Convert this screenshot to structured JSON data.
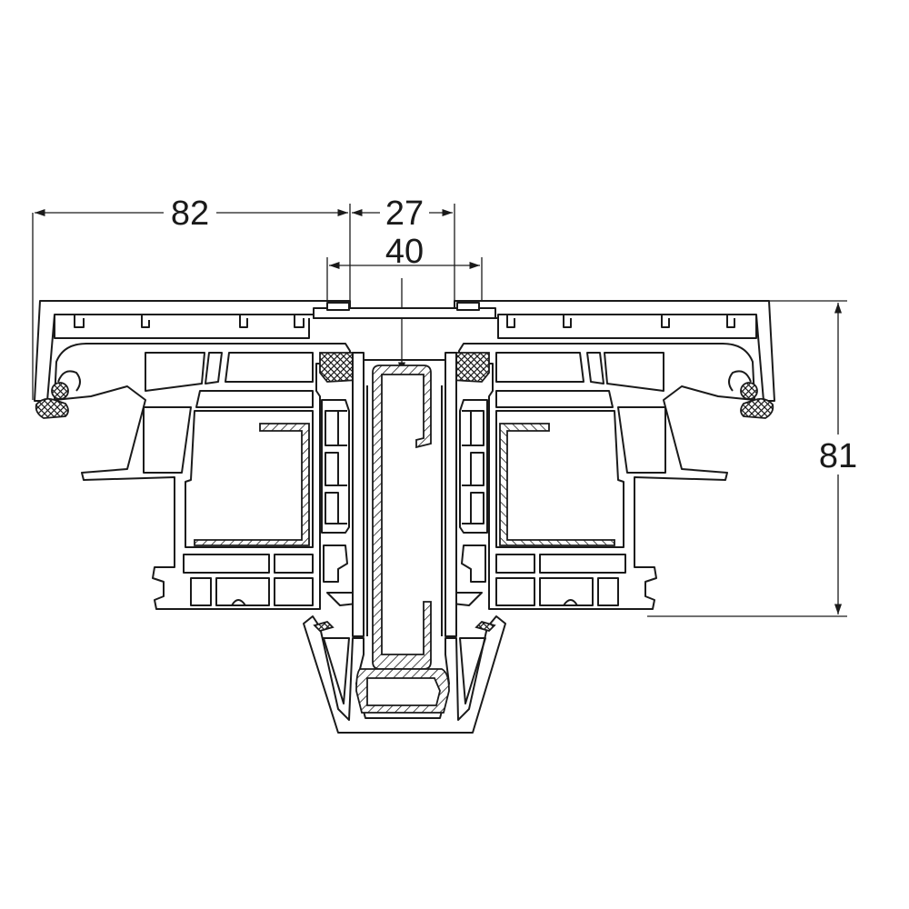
{
  "dimensions": {
    "left_width": "82",
    "center_width": "27",
    "inner_width": "40",
    "height": "81"
  },
  "colors": {
    "line": "#1a1a1a",
    "background": "#ffffff"
  }
}
